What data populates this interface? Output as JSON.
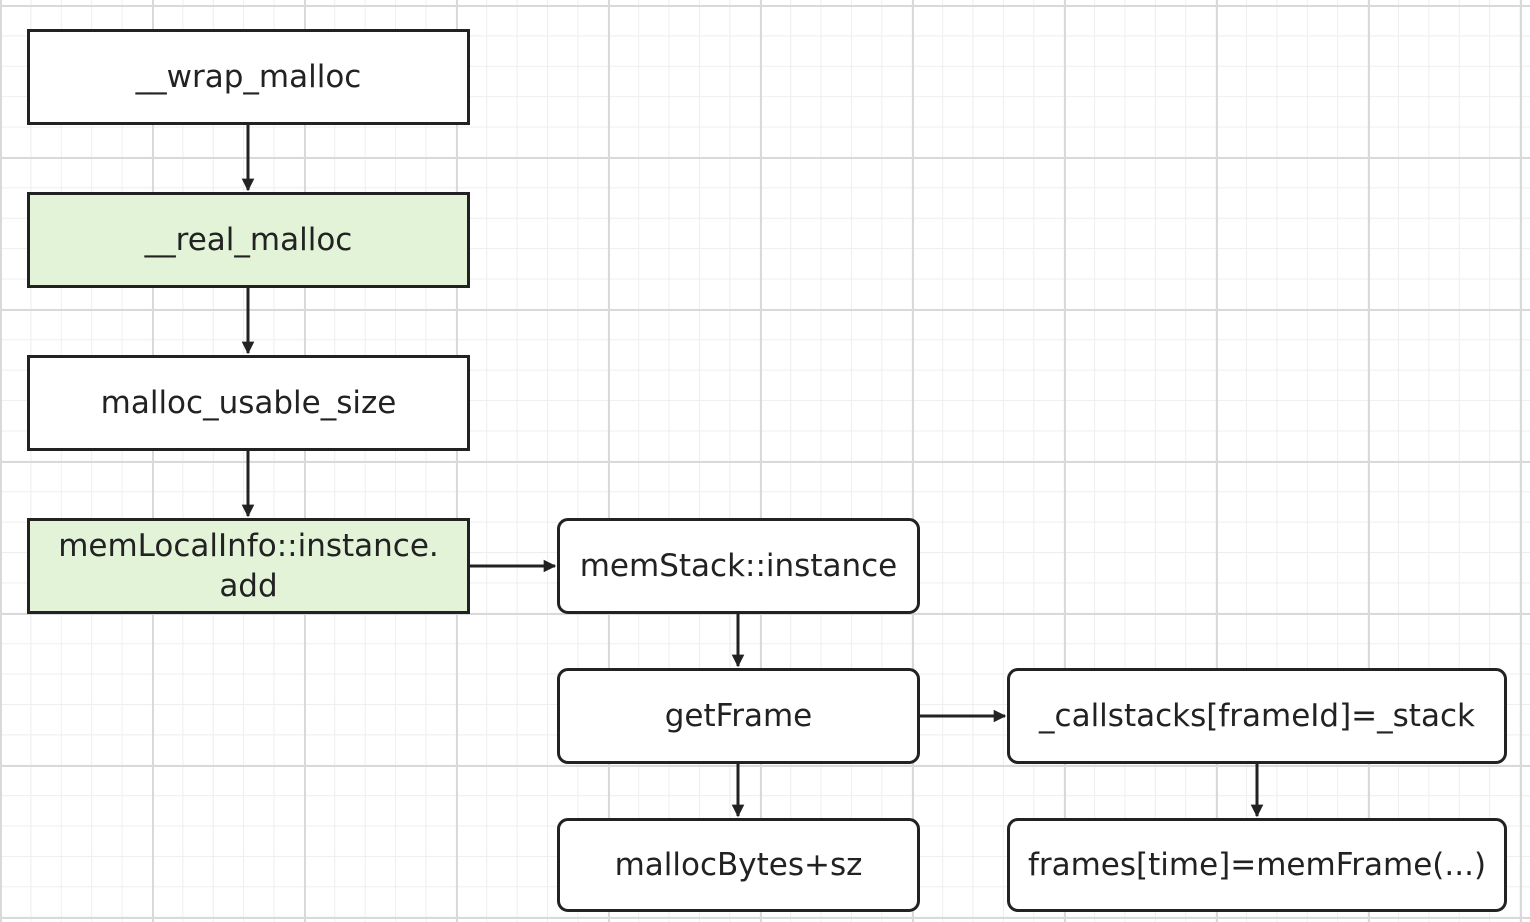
{
  "diagram": {
    "nodes": [
      {
        "id": "wrap-malloc",
        "label": "__wrap_malloc"
      },
      {
        "id": "real-malloc",
        "label": "__real_malloc",
        "fill": "#e2f3d8"
      },
      {
        "id": "malloc-usable-size",
        "label": "malloc_usable_size"
      },
      {
        "id": "memlocalinfo-add",
        "label": "memLocalInfo::instance.add",
        "fill": "#e2f3d8"
      },
      {
        "id": "memstack-instance",
        "label": "memStack::instance"
      },
      {
        "id": "getframe",
        "label": "getFrame"
      },
      {
        "id": "mallocbytes",
        "label": "mallocBytes+sz"
      },
      {
        "id": "callstacks",
        "label": "_callstacks[frameId]=_stack"
      },
      {
        "id": "frames-time",
        "label": "frames[time]=memFrame(...)"
      }
    ],
    "edges": [
      {
        "from": "wrap-malloc",
        "to": "real-malloc"
      },
      {
        "from": "real-malloc",
        "to": "malloc-usable-size"
      },
      {
        "from": "malloc-usable-size",
        "to": "memlocalinfo-add"
      },
      {
        "from": "memlocalinfo-add",
        "to": "memstack-instance"
      },
      {
        "from": "memstack-instance",
        "to": "getframe"
      },
      {
        "from": "getframe",
        "to": "mallocbytes"
      },
      {
        "from": "getframe",
        "to": "callstacks"
      },
      {
        "from": "callstacks",
        "to": "frames-time"
      }
    ]
  }
}
